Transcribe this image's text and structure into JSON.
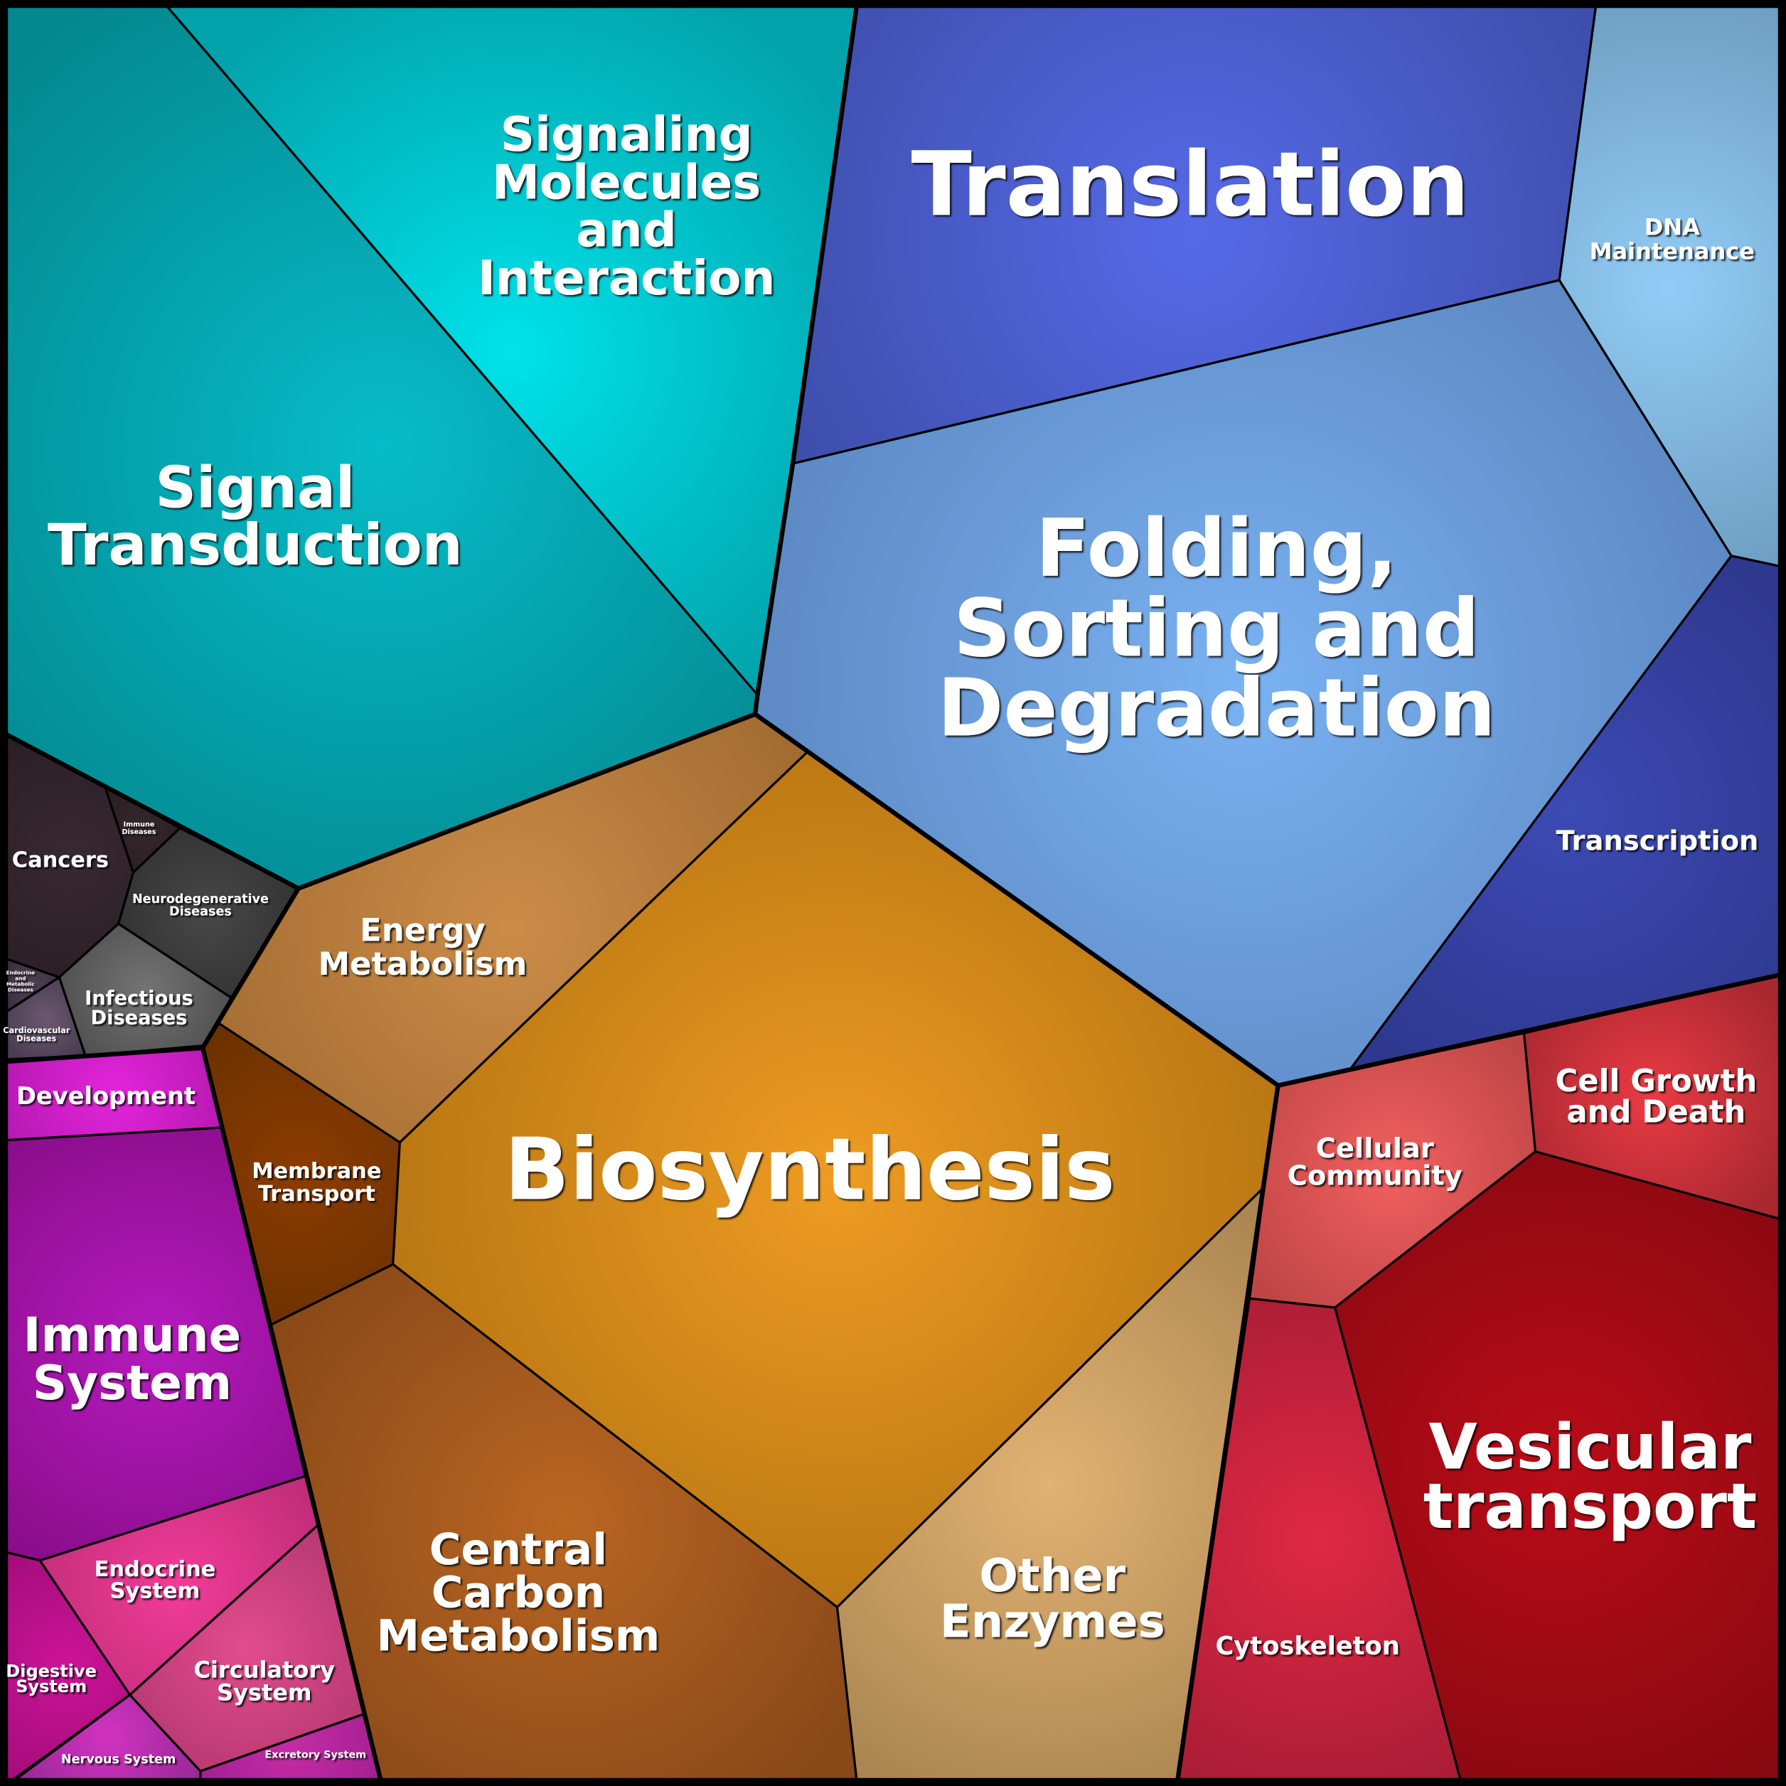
{
  "title": "Voronoi treemap of functional categories",
  "cells": [
    {
      "id": "signal-transduction",
      "label_lines": [
        "Signal",
        "Transduction"
      ],
      "colors": [
        "#06bcc8",
        "#038890"
      ]
    },
    {
      "id": "signaling-molecules",
      "label_lines": [
        "Signaling",
        "Molecules",
        "and",
        "Interaction"
      ],
      "colors": [
        "#00e2ea",
        "#02a2aa"
      ]
    },
    {
      "id": "translation",
      "label_lines": [
        "Translation"
      ],
      "colors": [
        "#566ae8",
        "#3c4ca6"
      ]
    },
    {
      "id": "dna-maintenance",
      "label_lines": [
        "DNA",
        "Maintenance"
      ],
      "colors": [
        "#92ccf6",
        "#6a98bc"
      ]
    },
    {
      "id": "folding-sorting-degradation",
      "label_lines": [
        "Folding,",
        "Sorting and",
        "Degradation"
      ],
      "colors": [
        "#7ab2f2",
        "#5882bc"
      ]
    },
    {
      "id": "transcription",
      "label_lines": [
        "Transcription"
      ],
      "colors": [
        "#3c4ab4",
        "#2e388e"
      ]
    },
    {
      "id": "energy-metabolism",
      "label_lines": [
        "Energy",
        "Metabolism"
      ],
      "colors": [
        "#cc8c48",
        "#a06a30"
      ]
    },
    {
      "id": "membrane-transport",
      "label_lines": [
        "Membrane",
        "Transport"
      ],
      "colors": [
        "#8c3c00",
        "#683000"
      ]
    },
    {
      "id": "biosynthesis",
      "label_lines": [
        "Biosynthesis"
      ],
      "colors": [
        "#ee9c22",
        "#b07010"
      ]
    },
    {
      "id": "central-carbon-metabolism",
      "label_lines": [
        "Central",
        "Carbon",
        "Metabolism"
      ],
      "colors": [
        "#ba6622",
        "#884818"
      ]
    },
    {
      "id": "other-enzymes",
      "label_lines": [
        "Other",
        "Enzymes"
      ],
      "colors": [
        "#e2b272",
        "#a88450"
      ]
    },
    {
      "id": "cellular-community",
      "label_lines": [
        "Cellular",
        "Community"
      ],
      "colors": [
        "#f26060",
        "#c04646"
      ]
    },
    {
      "id": "cell-growth-and-death",
      "label_lines": [
        "Cell Growth",
        "and Death"
      ],
      "colors": [
        "#ea3a44",
        "#a82830"
      ]
    },
    {
      "id": "vesicular-transport",
      "label_lines": [
        "Vesicular",
        "transport"
      ],
      "colors": [
        "#ba0c18",
        "#860810"
      ]
    },
    {
      "id": "cytoskeleton",
      "label_lines": [
        "Cytoskeleton"
      ],
      "colors": [
        "#e02844",
        "#a61c34"
      ]
    },
    {
      "id": "cancers",
      "label_lines": [
        "Cancers"
      ],
      "colors": [
        "#382832",
        "#2a1e26"
      ]
    },
    {
      "id": "immune-diseases",
      "label_lines": [
        "Immune",
        "Diseases"
      ],
      "colors": [
        "#34262c",
        "#2a2024"
      ]
    },
    {
      "id": "neurodegenerative-diseases",
      "label_lines": [
        "Neurodegenerative",
        "Diseases"
      ],
      "colors": [
        "#484848",
        "#303030"
      ]
    },
    {
      "id": "infectious-diseases",
      "label_lines": [
        "Infectious",
        "Diseases"
      ],
      "colors": [
        "#747474",
        "#4a4a4a"
      ]
    },
    {
      "id": "endocrine-metabolic-diseases",
      "label_lines": [
        "Endocrine",
        "and",
        "Metabolic",
        "Diseases"
      ],
      "colors": [
        "#4e4054",
        "#3c3040"
      ]
    },
    {
      "id": "cardiovascular-diseases",
      "label_lines": [
        "Cardiovascular",
        "Diseases"
      ],
      "colors": [
        "#6a5870",
        "#4a3c50"
      ]
    },
    {
      "id": "development",
      "label_lines": [
        "Development"
      ],
      "colors": [
        "#e424dc",
        "#b018ac"
      ]
    },
    {
      "id": "immune-system",
      "label_lines": [
        "Immune",
        "System"
      ],
      "colors": [
        "#b61abe",
        "#880c88"
      ]
    },
    {
      "id": "endocrine-system",
      "label_lines": [
        "Endocrine",
        "System"
      ],
      "colors": [
        "#f23c98",
        "#be2c78"
      ]
    },
    {
      "id": "digestive-system",
      "label_lines": [
        "Digestive",
        "System"
      ],
      "colors": [
        "#cc1498",
        "#a00c78"
      ]
    },
    {
      "id": "nervous-system",
      "label_lines": [
        "Nervous System"
      ],
      "colors": [
        "#d232c2",
        "#902890"
      ]
    },
    {
      "id": "circulatory-system",
      "label_lines": [
        "Circulatory",
        "System"
      ],
      "colors": [
        "#e24c8c",
        "#b43870"
      ]
    },
    {
      "id": "excretory-system",
      "label_lines": [
        "Excretory System"
      ],
      "colors": [
        "#c42ca4",
        "#a01e90"
      ]
    }
  ]
}
